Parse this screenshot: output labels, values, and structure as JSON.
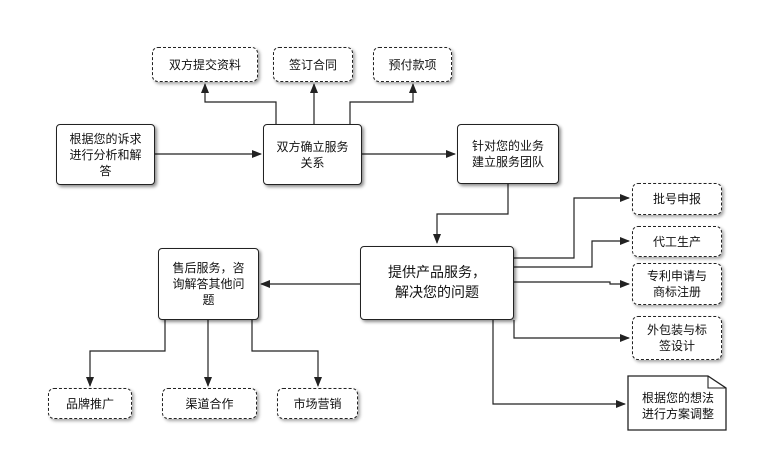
{
  "nodes": {
    "analyze": "根据您的诉求\n进行分析和解\n答",
    "confirm": "双方确立服务\n关系",
    "team": "针对您的业务\n建立服务团队",
    "provide": "提供产品服务，\n解决您的问题",
    "aftersales": "售后服务，咨\n询解答其他问\n题",
    "materials": "双方提交资料",
    "contract": "签订合同",
    "prepay": "预付款项",
    "approval": "批号申报",
    "oem": "代工生产",
    "patent": "专利申请与\n商标注册",
    "packaging": "外包装与标\n签设计",
    "adjust": "根据您的想法\n进行方案调整",
    "brand": "品牌推广",
    "channel": "渠道合作",
    "marketing": "市场营销"
  },
  "colors": {
    "line": "#222222",
    "box_border": "#222222",
    "background": "#ffffff"
  }
}
